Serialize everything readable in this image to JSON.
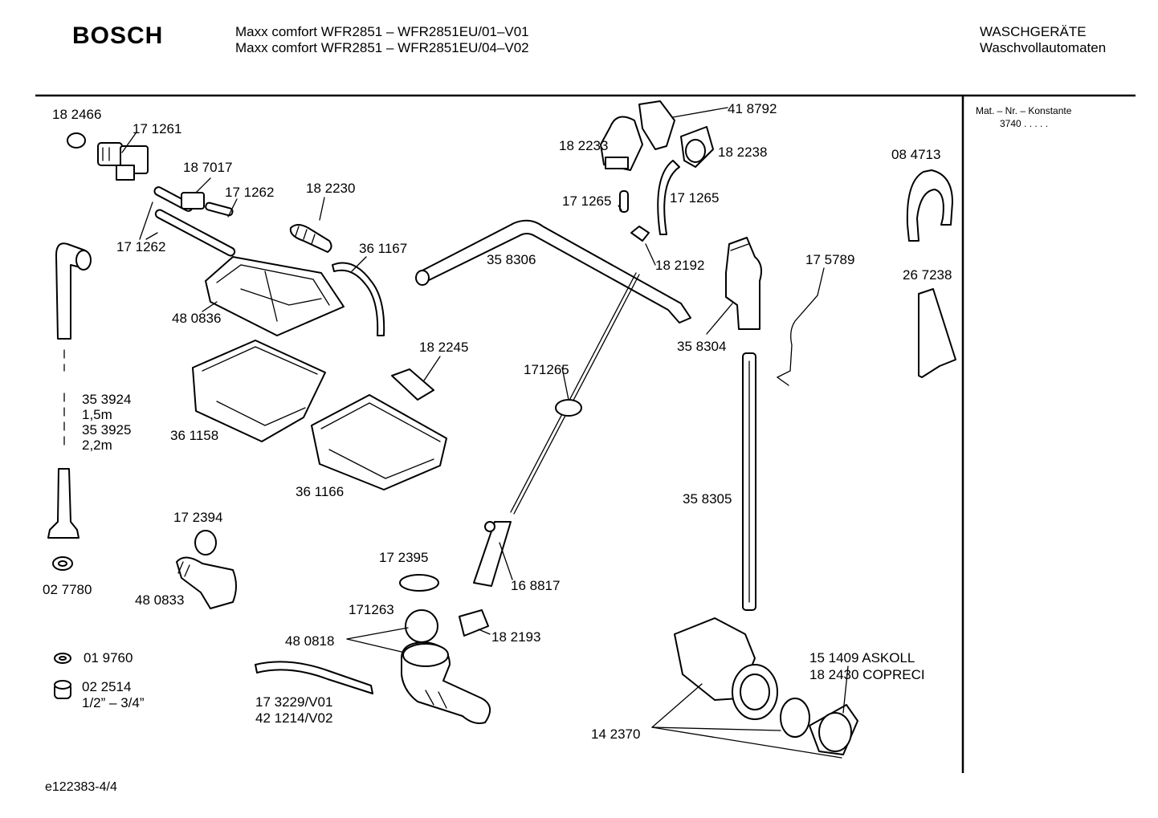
{
  "header": {
    "brand": "BOSCH",
    "model_line1": "Maxx comfort WFR2851 – WFR2851EU/01–V01",
    "model_line2": "Maxx comfort WFR2851 – WFR2851EU/04–V02",
    "category": "WASCHGERÄTE",
    "subcategory": "Waschvollautomaten"
  },
  "sidebar": {
    "mat_label": "Mat. – Nr. – Konstante",
    "mat_value": "3740  .  .  .  .  ."
  },
  "parts": {
    "p182466": "18 2466",
    "p171261": "17 1261",
    "p187017": "18 7017",
    "p171262a": "17 1262",
    "p171262b": "17 1262",
    "p182230": "18 2230",
    "p361167": "36 1167",
    "p480836": "48 0836",
    "p353924": "35 3924",
    "len1": "1,5m",
    "p353925": "35 3925",
    "len2": "2,2m",
    "p361158": "36 1158",
    "p182245": "18 2245",
    "p361166": "36 1166",
    "p172394": "17 2394",
    "p027780": "02 7780",
    "p480833": "48 0833",
    "p019760": "01 9760",
    "p022514": "02 2514",
    "size": "1/2” – 3/4”",
    "p182233": "18 2233",
    "p418792": "41 8792",
    "p182238": "18 2238",
    "p171265a": "17 1265",
    "p171265b": "17 1265",
    "p358306": "35 8306",
    "p182192": "18 2192",
    "p171265c": "171265",
    "p172395": "17 2395",
    "p171263": "171263",
    "p168817": "16 8817",
    "p480818": "48 0818",
    "p182193": "18 2193",
    "p173229": "17 3229/V01",
    "p421214": "42 1214/V02",
    "p084713": "08 4713",
    "p267238": "26 7238",
    "p175789": "17 5789",
    "p358304": "35 8304",
    "p358305": "35 8305",
    "p151409": "15 1409  ASKOLL",
    "p182430": "18 2430  COPRECI",
    "p142370": "14 2370"
  },
  "footer": {
    "code": "e122383-4/4"
  }
}
